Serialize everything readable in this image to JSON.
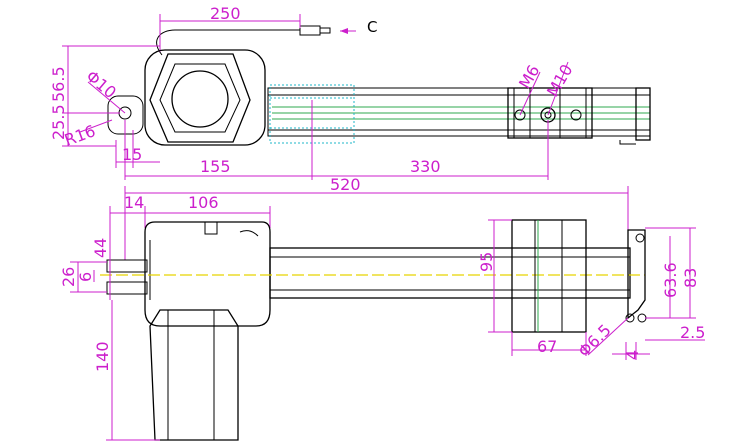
{
  "dimensions": {
    "cable_length": "250",
    "height_top": "56.5",
    "hole_diameter": "Φ10",
    "offset": "25.5",
    "radius": "R16",
    "clevis_offset": "15",
    "body_length": "155",
    "stroke": "330",
    "m6": "M6",
    "m10": "M10",
    "total_length": "520",
    "clevis_width": "14",
    "gearbox_length": "106",
    "width_44": "44",
    "width_26": "26",
    "width_6": "6",
    "motor_length": "140",
    "mount_height": "95",
    "height_63_6": "63.6",
    "height_83": "83",
    "mount_width": "67",
    "hole_6_5": "Φ6.5",
    "dim_4": "4",
    "dim_2_5": "2.5"
  },
  "labels": {
    "cable_marker": "C"
  },
  "colors": {
    "dimension": "#cc1fcc",
    "outline": "#000000",
    "track": "#2fa84f",
    "highlight": "#1fb7c9",
    "centerline": "#e6d400"
  }
}
